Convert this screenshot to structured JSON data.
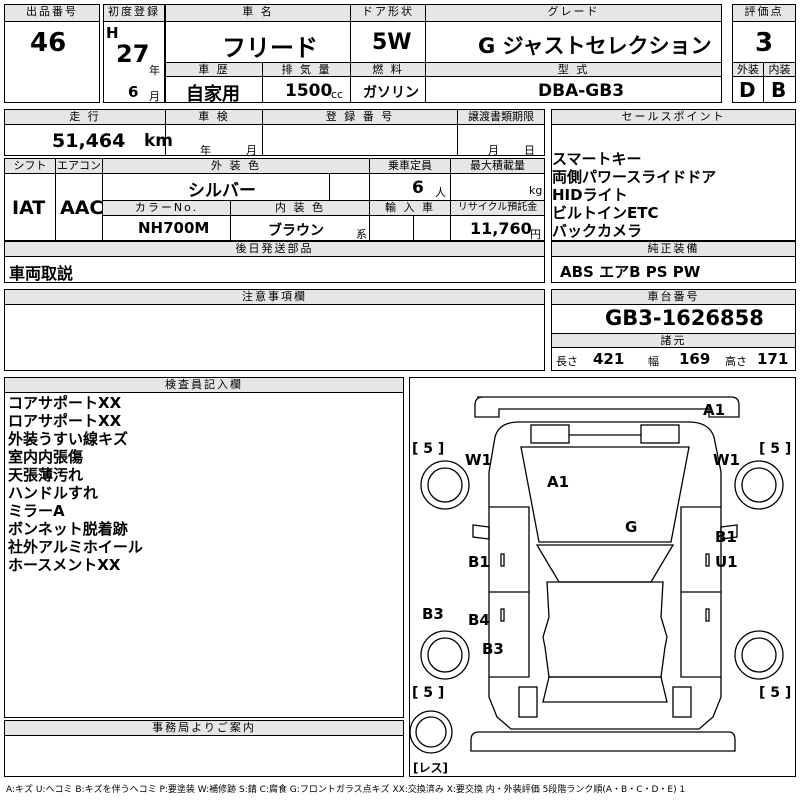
{
  "header": {
    "lot_label": "出品番号",
    "lot": "46",
    "reg_label": "初度登録",
    "era": "H",
    "year": "27",
    "year_unit": "年",
    "month": "6",
    "month_unit": "月",
    "name_label": "車 名",
    "name": "フリード",
    "door_label": "ドア形状",
    "door": "5W",
    "grade_label": "グレード",
    "grade": "G ジャストセレクション",
    "score_label": "評価点",
    "score": "3",
    "exterior_label": "外装",
    "exterior": "D",
    "interior_label": "内装",
    "interior": "B",
    "history_label": "車 歴",
    "history": "自家用",
    "displacement_label": "排 気 量",
    "displacement": "1500",
    "displacement_unit": "cc",
    "fuel_label": "燃 料",
    "fuel": "ガソリン",
    "model_label": "型 式",
    "model": "DBA-GB3"
  },
  "specs": {
    "mileage_label": "走 行",
    "mileage": "51,464",
    "mileage_unit": "km",
    "inspection_label": "車 検",
    "inspection_year_unit": "年",
    "inspection_month_unit": "月",
    "regno_label": "登 録 番 号",
    "transfer_label": "譲渡書類期限",
    "transfer_month_unit": "月",
    "transfer_day_unit": "日",
    "shift_label": "シフト",
    "shift": "IAT",
    "ac_label": "エアコン",
    "ac": "AAC",
    "color_label": "外 装 色",
    "color": "シルバー",
    "capacity_label": "乗車定員",
    "capacity": "6",
    "capacity_unit": "人",
    "load_label": "最大積載量",
    "load_unit": "kg",
    "colorno_label": "カラーNo.",
    "colorno": "NH700M",
    "intcolor_label": "内 装 色",
    "intcolor": "ブラウン",
    "intcolor_unit": "系",
    "import_label": "輸 入 車",
    "recycle_label": "リサイクル預託金",
    "recycle": "11,760",
    "recycle_unit": "円"
  },
  "later_parts": {
    "label": "後日発送部品",
    "value": "車両取説"
  },
  "sales_points": {
    "label": "セールスポイント",
    "items": [
      "スマートキー",
      "両側パワースライドドア",
      "HIDライト",
      "ビルトインETC",
      "バックカメラ"
    ]
  },
  "equipment": {
    "label": "純正装備",
    "value": "ABS エアB PS PW"
  },
  "notes": {
    "label": "注意事項欄"
  },
  "chassis": {
    "label": "車台番号",
    "value": "GB3-1626858"
  },
  "dims": {
    "label": "諸元",
    "length_label": "長さ",
    "length": "421",
    "width_label": "幅",
    "width": "169",
    "height_label": "高さ",
    "height": "171"
  },
  "inspector": {
    "label": "検査員記入欄",
    "items": [
      "コアサポートXX",
      "ロアサポートXX",
      "外装うすい線キズ",
      "室内内張傷",
      "天張薄汚れ",
      "ハンドルすれ",
      "ミラーA",
      "ボンネット脱着跡",
      "社外アルミホイール",
      "ホースメントXX"
    ]
  },
  "office": {
    "label": "事務局よりご案内"
  },
  "diagram": {
    "marks": {
      "a1_top": "A1",
      "w1_left": "W1",
      "w1_right": "W1",
      "a1_hood": "A1",
      "g_glass": "G",
      "b1_left": "B1",
      "b1_right": "B1",
      "u1_right": "U1",
      "b4_left": "B4",
      "b3_left_side": "B3",
      "b3_left_rear": "B3"
    },
    "tire_fl": "[ 5 ]",
    "tire_fr": "[ 5 ]",
    "tire_rl": "[ 5 ]",
    "tire_rr": "[ 5 ]",
    "spare": "[レス]"
  },
  "legend": "A:キズ U:ヘコミ B:キズを伴うヘコミ P:要塗装 W:補修跡 S:錆 C:腐食 G:フロントガラス点キズ XX:交換済み X:要交換 内・外装評価 5段階ランク順(A・B・C・D・E) 1"
}
